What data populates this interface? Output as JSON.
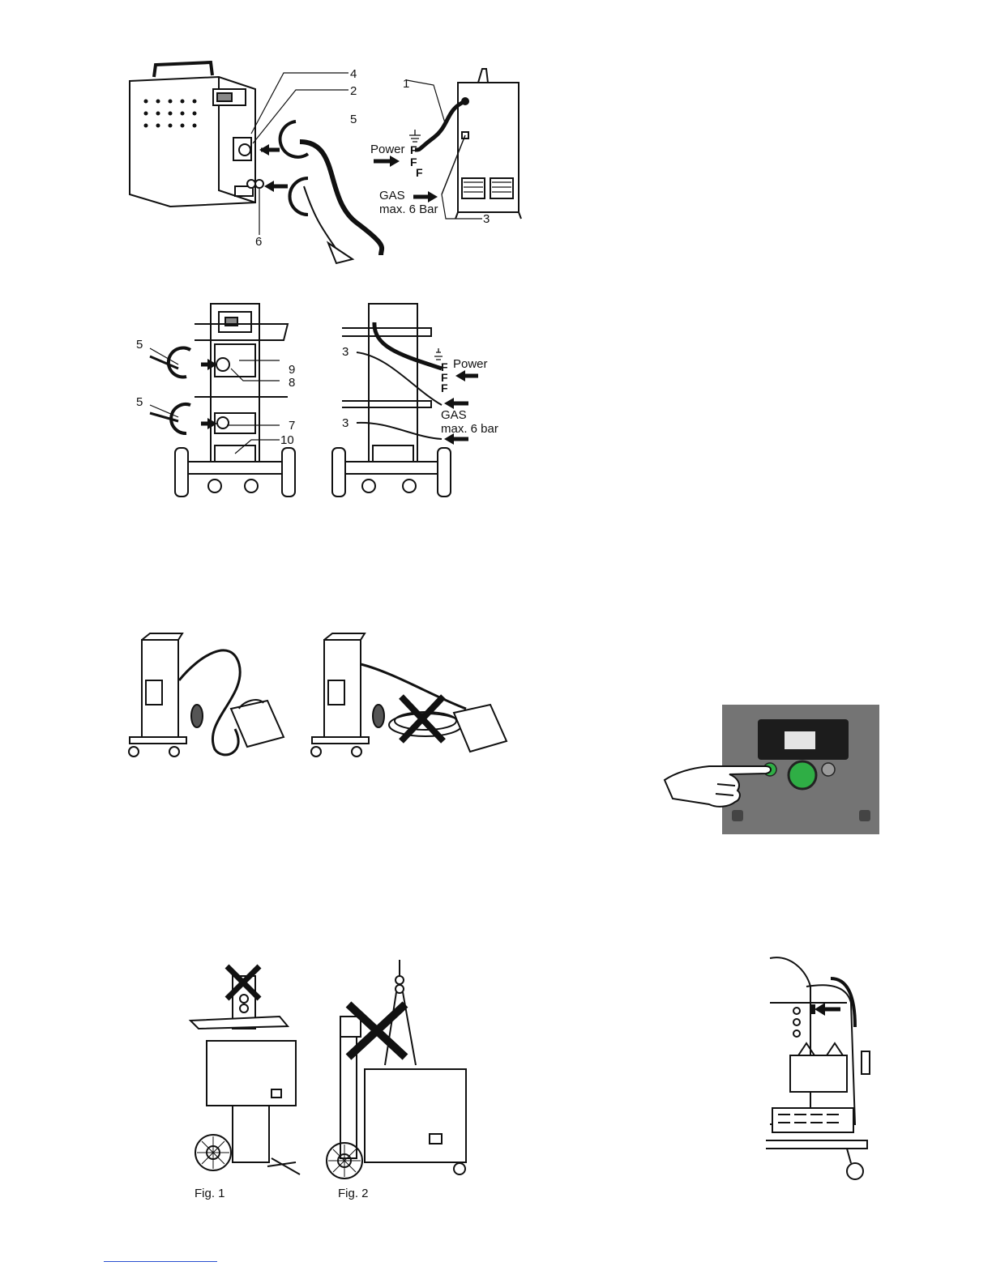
{
  "fig_top": {
    "callouts": [
      "4",
      "2",
      "5",
      "6",
      "1",
      "3"
    ],
    "power_label": "Power",
    "fuse_labels": [
      "F",
      "F",
      "F"
    ],
    "gas_label": "GAS",
    "gas_pressure": "max. 6 Bar"
  },
  "fig_trolley": {
    "callouts": [
      "5",
      "5",
      "9",
      "8",
      "7",
      "10",
      "3",
      "3"
    ],
    "power_label": "Power",
    "fuse_labels": [
      "F",
      "F",
      "F"
    ],
    "gas_label": "GAS",
    "gas_pressure": "max. 6 bar"
  },
  "fig_lift": {
    "fig1_caption": "Fig. 1",
    "fig2_caption": "Fig. 2"
  }
}
